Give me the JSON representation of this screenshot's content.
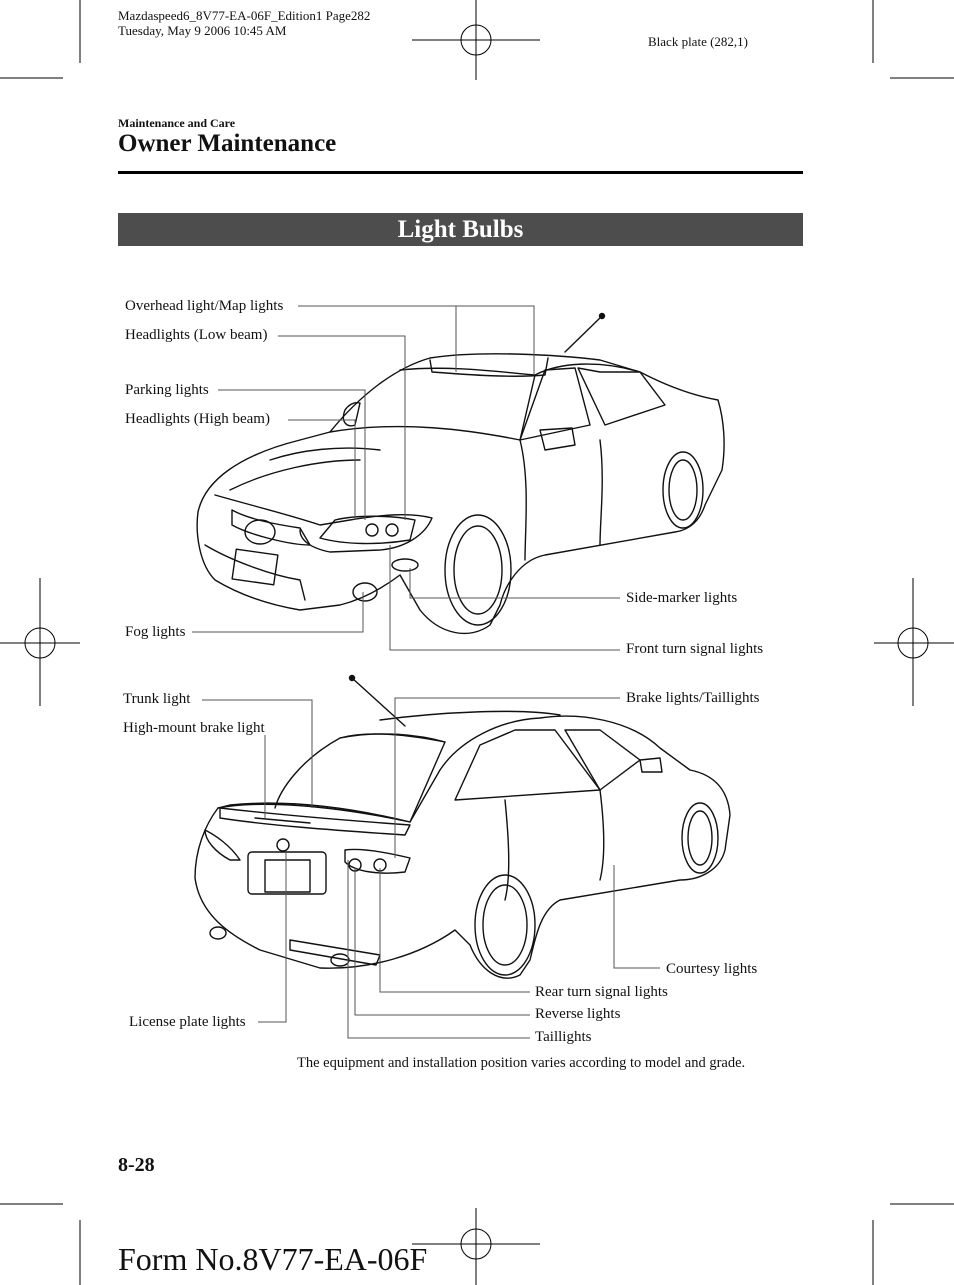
{
  "print_header": {
    "line1": "Mazdaspeed6_8V77-EA-06F_Edition1 Page282",
    "line2": "Tuesday, May 9 2006 10:45 AM",
    "plate": "Black plate (282,1)"
  },
  "section": {
    "breadcrumb": "Maintenance and Care",
    "title": "Owner Maintenance"
  },
  "banner": {
    "title": "Light Bulbs"
  },
  "front_labels": {
    "overhead": "Overhead light/Map lights",
    "low_beam": "Headlights (Low beam)",
    "parking": "Parking lights",
    "high_beam": "Headlights (High beam)",
    "fog": "Fog lights",
    "side_marker": "Side-marker lights",
    "front_turn": "Front turn signal lights"
  },
  "rear_labels": {
    "trunk": "Trunk light",
    "high_mount": "High-mount brake light",
    "brake": "Brake lights/Taillights",
    "courtesy": "Courtesy lights",
    "rear_turn": "Rear turn signal lights",
    "reverse": "Reverse lights",
    "taillights": "Taillights",
    "license": "License plate lights"
  },
  "note": "The equipment and installation position varies according to model and grade.",
  "page_number": "8-28",
  "form_number": "Form No.8V77-EA-06F"
}
